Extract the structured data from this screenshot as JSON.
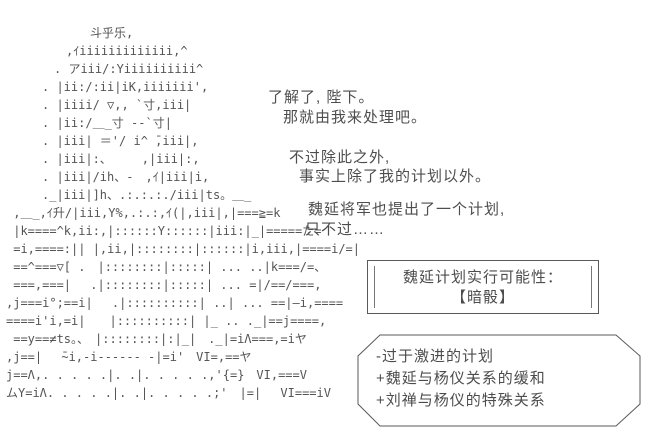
{
  "colors": {
    "background": "#ffffff",
    "text": "#4d4d4d",
    "art": "#555555",
    "border": "#5a5a5a"
  },
  "aa": {
    "description": "ascii-art-portrait-zhuge-liang",
    "lines": [
      "　　　　　　　斗乎乐,",
      "　　　　　,ｲiiiiiiiiiiiii,^",
      "　　　　. アiii/:Yiiiiiiiiii^",
      "　　　. |ii:/:ii|iK,iiiiiii',",
      "　　　. |iiii/ ▽,, `寸,iii|",
      "　　　. |ii:/＿_寸 --`寸|",
      "　　　. |iii| ＝'/ i^ ̄,iii|,",
      "　　　. |iii|:、　　　,|iii|:,",
      "　　　. |iii|/ih、-　,ｲ|iii|i,",
      "　　　._|iii|]h、.:.:.:./iii|ts。＿_",
      " ,＿_,ｲ升/|iii,Y%,.:.:,ｲ(|,iii|,|===≧=k",
      " |k====^k,ii:,|::::::Y::::::|iii:|_|=====た=",
      " =i,====:|| |,ii,|::::::::|::::::|i,iii,|====i/=|",
      " ==^===▽[ .　|::::::::|:::::| ... ..|k===/=、",
      " ===,===|　 .|::::::::|:::::| ... =|/==/===,",
      ",j===i°;==i|　 .|::::::::::| ..| ... ==|—i,====",
      "====i'i,=i|　　|::::::::::| |_ .. ._|==j====,",
      " ==y==≠ts。、　|::::::::|:|_|　._|=iΛ===,=iヤ",
      ",j==|　 ̄~i,-i------ -|=i'　VI=,==ヤ",
      "j==Λ,. . . . .|. .|. . . . .,'{=}　VI,===V",
      "ムY=iΛ. . . . .|. .|. . . . .;'　|=|　 VI===iV"
    ]
  },
  "dialogue": {
    "line1": "了解了, 陛下。",
    "line2": "那就由我来处理吧。",
    "line3": "不过除此之外,",
    "line4": "事实上除了我的计划以外。",
    "line5": "魏延将军也提出了一个计划,",
    "line6": "只不过……"
  },
  "possibility_box": {
    "title": "魏延计划实行可能性：",
    "value": "【暗骰】"
  },
  "modifier_box": {
    "item1": "-过于激进的计划",
    "item2": "+魏延与杨仪关系的缓和",
    "item3": "+刘禅与杨仪的特殊关系"
  }
}
